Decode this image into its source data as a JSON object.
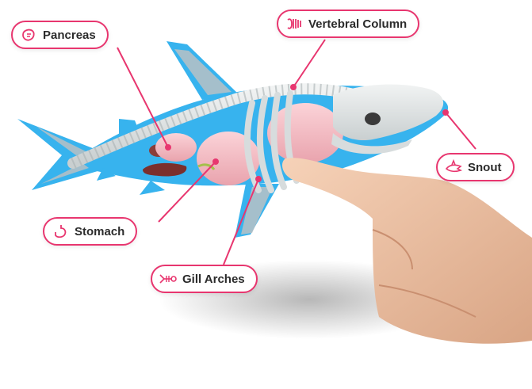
{
  "diagram": {
    "accent_color": "#e8366f",
    "labels": [
      {
        "id": "pancreas",
        "text": "Pancreas",
        "icon": "pancreas-icon"
      },
      {
        "id": "vertebral-column",
        "text": "Vertebral Column",
        "icon": "vertebral-column-icon"
      },
      {
        "id": "snout",
        "text": "Snout",
        "icon": "shark-icon"
      },
      {
        "id": "stomach",
        "text": "Stomach",
        "icon": "stomach-icon"
      },
      {
        "id": "gill-arches",
        "text": "Gill Arches",
        "icon": "fish-skeleton-icon"
      }
    ]
  }
}
